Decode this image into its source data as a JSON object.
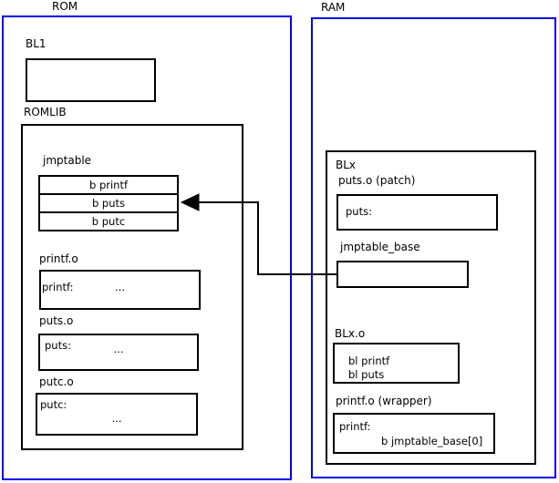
{
  "colors": {
    "frame_blue": "#0000ee",
    "line_black": "#000000",
    "background": "#ffffff"
  },
  "rom": {
    "title": "ROM",
    "bl1_label": "BL1",
    "romlib_label": "ROMLIB",
    "jmptable": {
      "label": "jmptable",
      "rows": [
        "b printf",
        "b puts",
        "b putc"
      ]
    },
    "printf_o": {
      "label": "printf.o",
      "symbol": "printf:",
      "dots": "..."
    },
    "puts_o": {
      "label": "puts.o",
      "symbol": "puts:",
      "dots": "..."
    },
    "putc_o": {
      "label": "putc.o",
      "symbol": "putc:",
      "dots": "..."
    }
  },
  "ram": {
    "title": "RAM",
    "blx_label": "BLx",
    "puts_patch": {
      "label": "puts.o (patch)",
      "symbol": "puts:"
    },
    "jmptable_base": {
      "label": "jmptable_base"
    },
    "blx_o": {
      "label": "BLx.o",
      "line1": "bl printf",
      "line2": "bl puts"
    },
    "printf_wrapper": {
      "label": "printf.o (wrapper)",
      "symbol": "printf:",
      "body": "b jmptable_base[0]"
    }
  },
  "arrow": {
    "meaning": "jmptable_base points to jmptable 'b puts' entry"
  }
}
